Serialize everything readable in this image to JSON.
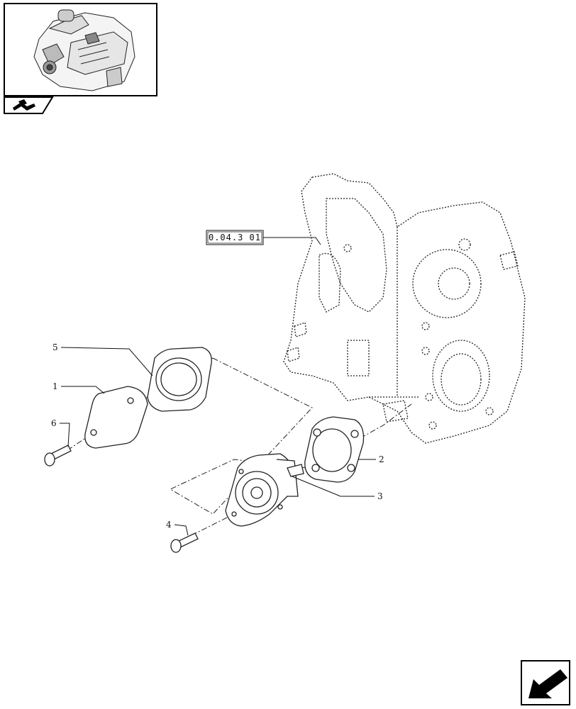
{
  "reference_label": "0.04.3 01",
  "callouts": {
    "c1": "1",
    "c2": "2",
    "c3": "3",
    "c4": "4",
    "c5": "5",
    "c6": "6"
  },
  "icons": {
    "thumbnail": "engine-thumbnail-icon",
    "tab": "book-tab-icon",
    "nav": "navigation-arrow-icon"
  }
}
